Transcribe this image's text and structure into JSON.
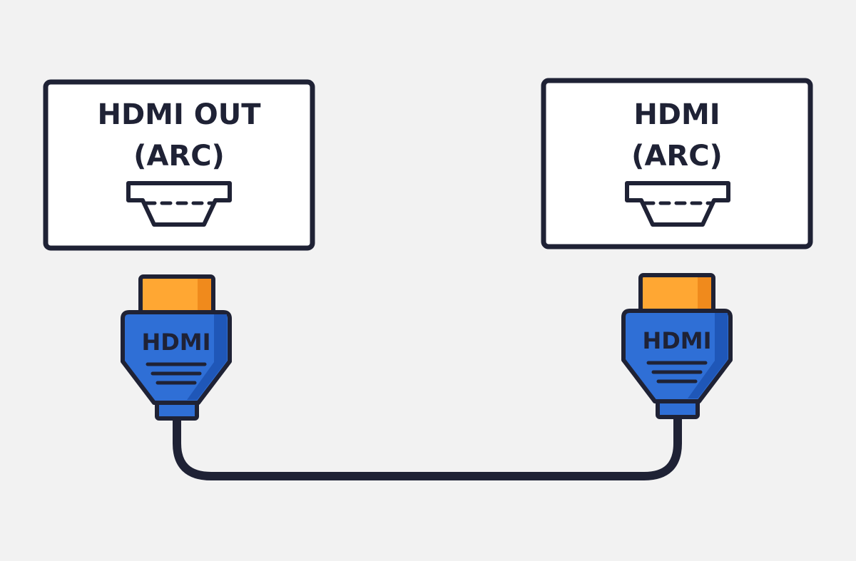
{
  "diagram": {
    "left_device": {
      "line1": "HDMI OUT",
      "line2": "(ARC)"
    },
    "right_device": {
      "line1": "HDMI",
      "line2": "(ARC)"
    },
    "left_plug": {
      "label": "HDMI"
    },
    "right_plug": {
      "label": "HDMI"
    }
  },
  "colors": {
    "background": "#f2f2f2",
    "outline": "#1f2235",
    "plug_blue": "#2f6fd6",
    "plug_blue_shade": "#1f57b8",
    "connector_orange": "#ffa733",
    "box_fill": "#ffffff"
  }
}
